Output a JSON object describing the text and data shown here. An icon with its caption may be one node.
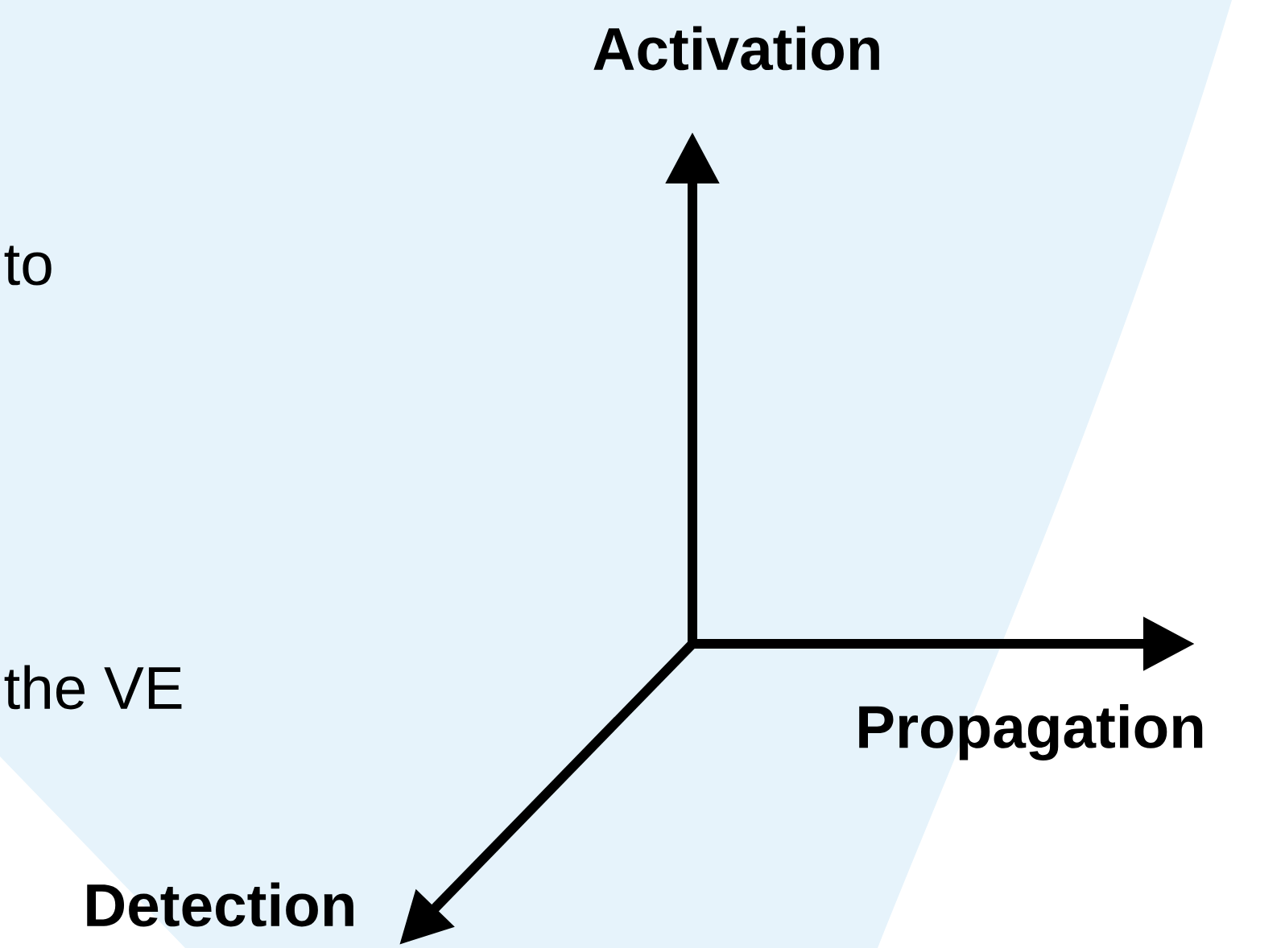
{
  "diagram": {
    "labels": [
      "to",
      "the VE",
      "Activation",
      "Propagation",
      "Detection"
    ]
  }
}
